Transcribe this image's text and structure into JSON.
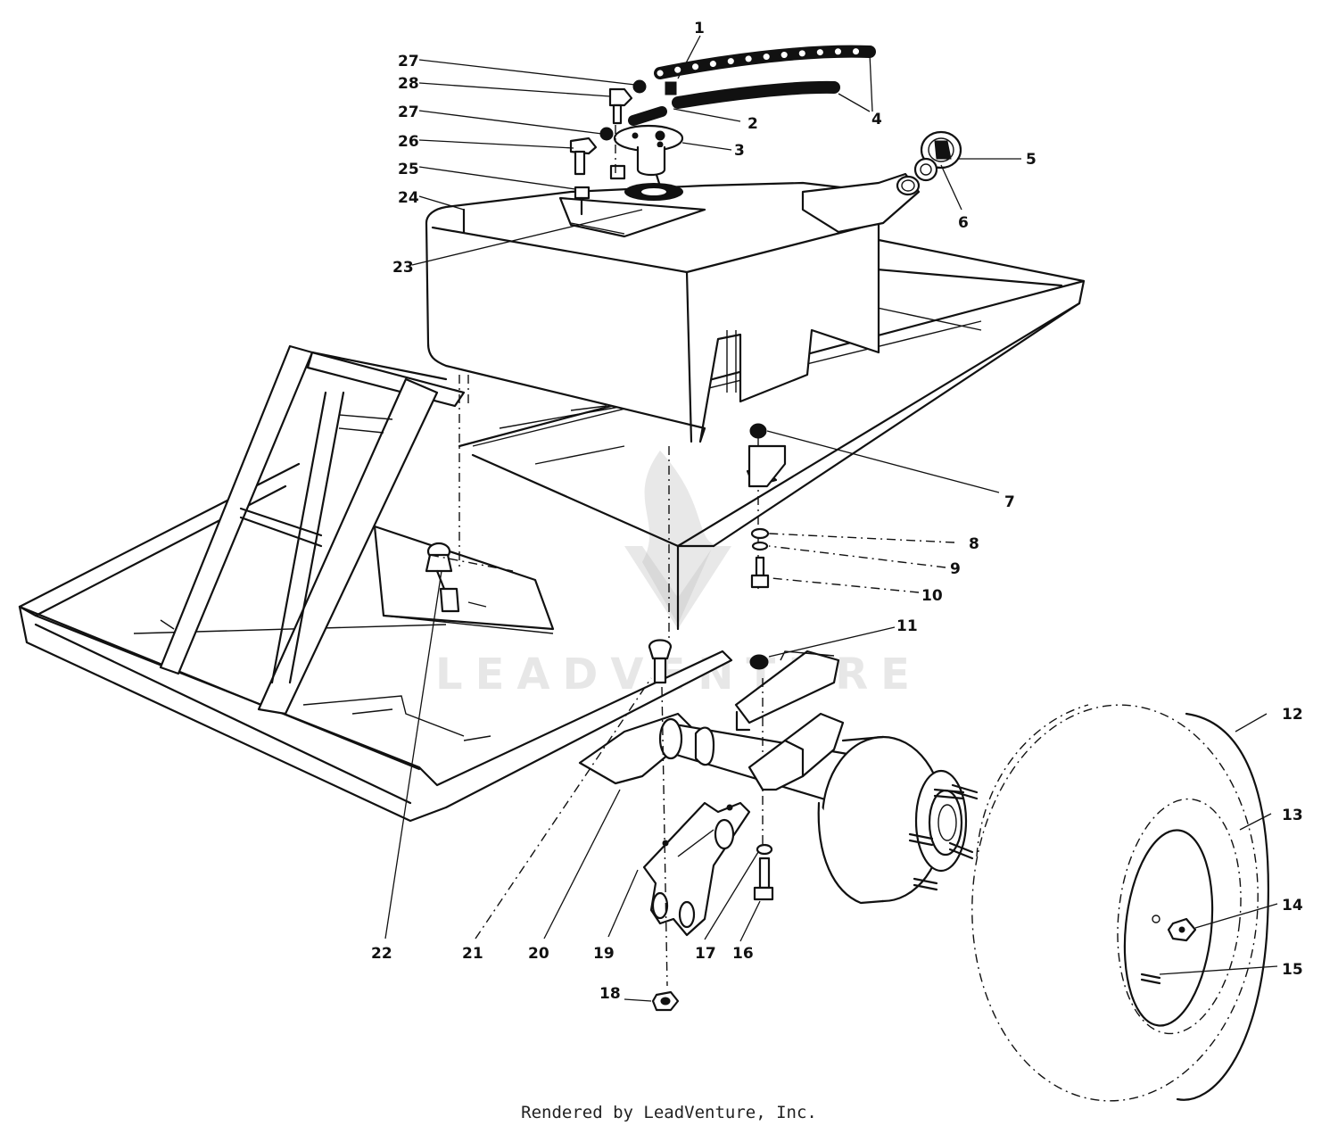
{
  "callouts": [
    {
      "n": "1"
    },
    {
      "n": "2"
    },
    {
      "n": "3"
    },
    {
      "n": "4"
    },
    {
      "n": "5"
    },
    {
      "n": "6"
    },
    {
      "n": "7"
    },
    {
      "n": "8"
    },
    {
      "n": "9"
    },
    {
      "n": "10"
    },
    {
      "n": "11"
    },
    {
      "n": "12"
    },
    {
      "n": "13"
    },
    {
      "n": "14"
    },
    {
      "n": "15"
    },
    {
      "n": "16"
    },
    {
      "n": "17"
    },
    {
      "n": "18"
    },
    {
      "n": "19"
    },
    {
      "n": "20"
    },
    {
      "n": "21"
    },
    {
      "n": "22"
    },
    {
      "n": "23"
    },
    {
      "n": "24"
    },
    {
      "n": "25"
    },
    {
      "n": "26"
    },
    {
      "n": "27"
    },
    {
      "n": "27"
    },
    {
      "n": "28"
    }
  ],
  "watermark": {
    "text": "LEADVENTURE"
  },
  "footer": {
    "credit": "Rendered by LeadVenture, Inc."
  }
}
